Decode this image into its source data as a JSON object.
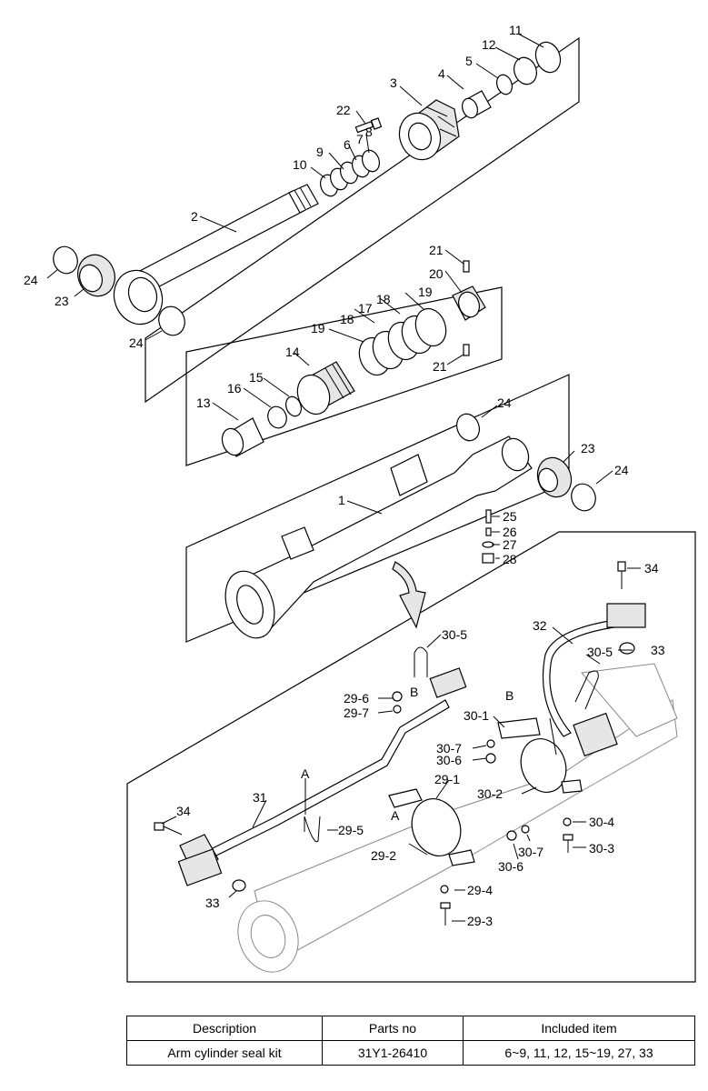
{
  "labels": {
    "p1": "1",
    "p2": "2",
    "p3": "3",
    "p4": "4",
    "p5": "5",
    "p6": "6",
    "p7": "7",
    "p8": "8",
    "p9": "9",
    "p10": "10",
    "p11": "11",
    "p12": "12",
    "p13": "13",
    "p14": "14",
    "p15": "15",
    "p16": "16",
    "p17": "17",
    "p18a": "18",
    "p18b": "18",
    "p19a": "19",
    "p19b": "19",
    "p20": "20",
    "p21a": "21",
    "p21b": "21",
    "p22": "22",
    "p23a": "23",
    "p23b": "23",
    "p24a": "24",
    "p24b": "24",
    "p24c": "24",
    "p24d": "24",
    "p25": "25",
    "p26": "26",
    "p27": "27",
    "p28": "28",
    "p29_1": "29-1",
    "p29_2": "29-2",
    "p29_3": "29-3",
    "p29_4": "29-4",
    "p29_5": "29-5",
    "p29_6": "29-6",
    "p29_7": "29-7",
    "p30_1": "30-1",
    "p30_2": "30-2",
    "p30_3": "30-3",
    "p30_4": "30-4",
    "p30_5a": "30-5",
    "p30_5b": "30-5",
    "p30_6a": "30-6",
    "p30_6b": "30-6",
    "p30_7a": "30-7",
    "p30_7b": "30-7",
    "p31": "31",
    "p32": "32",
    "p33a": "33",
    "p33b": "33",
    "p34a": "34",
    "p34b": "34",
    "refA1": "A",
    "refA2": "A",
    "refB1": "B",
    "refB2": "B"
  },
  "table": {
    "headers": [
      "Description",
      "Parts no",
      "Included item"
    ],
    "rows": [
      [
        "Arm cylinder seal kit",
        "31Y1-26410",
        "6~9, 11, 12, 15~19, 27, 33"
      ]
    ]
  }
}
